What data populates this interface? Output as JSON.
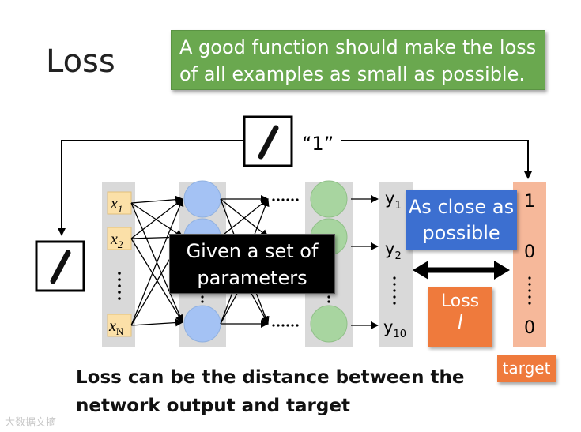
{
  "title": "Loss",
  "note": "A good function should make the loss of all examples as small as possible.",
  "label_quote": "“1”",
  "inputs": [
    {
      "base": "x",
      "sub": "1"
    },
    {
      "base": "x",
      "sub": "2"
    },
    {
      "base": "x",
      "sub": "N"
    }
  ],
  "outputs": [
    {
      "base": "y",
      "sub": "1"
    },
    {
      "base": "y",
      "sub": "2"
    },
    {
      "base": "y",
      "sub": "10"
    }
  ],
  "target_values": [
    "1",
    "0",
    "0"
  ],
  "given_box": "Given a set of parameters",
  "close_box": "As close as possible",
  "loss_box": {
    "line1": "Loss",
    "symbol": "l"
  },
  "target_label": "target",
  "bottom_text_line1": "Loss can be the distance between the",
  "bottom_text_line2": "network output and target",
  "watermark": "大数据文摘",
  "colors": {
    "green_box": "#6aa84f",
    "blue_box": "#3c6fd0",
    "orange": "#ef7a3c",
    "node_blue": "#a4c2f4",
    "node_green": "#a8d5a0",
    "input_tag": "#fbe0a8",
    "target_bg": "#f6b89a",
    "column_gray": "#d9d9d9"
  }
}
